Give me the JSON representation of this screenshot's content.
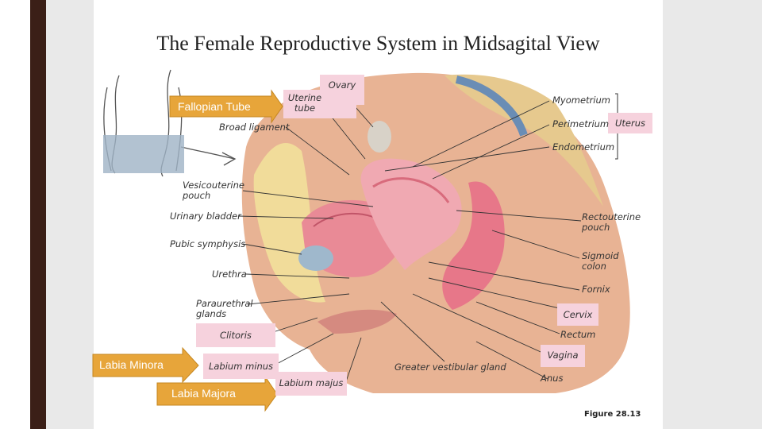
{
  "title": "The Female Reproductive System in Midsagital View",
  "arrows": {
    "fallopian": "Fallopian Tube",
    "labia_minora": "Labia Minora",
    "labia_majora": "Labia Majora"
  },
  "labels": {
    "ovary": "Ovary",
    "uterine_tube": "Uterine tube",
    "myometrium": "Myometrium",
    "perimetrium": "Perimetrium",
    "endometrium": "Endometrium",
    "uterus": "Uterus",
    "broad_ligament": "Broad ligament",
    "vesicouterine_pouch": "Vesicouterine pouch",
    "urinary_bladder": "Urinary bladder",
    "pubic_symphysis": "Pubic symphysis",
    "urethra": "Urethra",
    "paraurethral_glands": "Paraurethral glands",
    "clitoris": "Clitoris",
    "labium_minus": "Labium minus",
    "labium_majus": "Labium majus",
    "greater_vestibular_gland": "Greater vestibular gland",
    "rectouterine_pouch": "Rectouterine pouch",
    "sigmoid_colon": "Sigmoid colon",
    "fornix": "Fornix",
    "cervix": "Cervix",
    "rectum": "Rectum",
    "vagina": "Vagina",
    "anus": "Anus"
  },
  "figure_label": "Figure 28.13"
}
